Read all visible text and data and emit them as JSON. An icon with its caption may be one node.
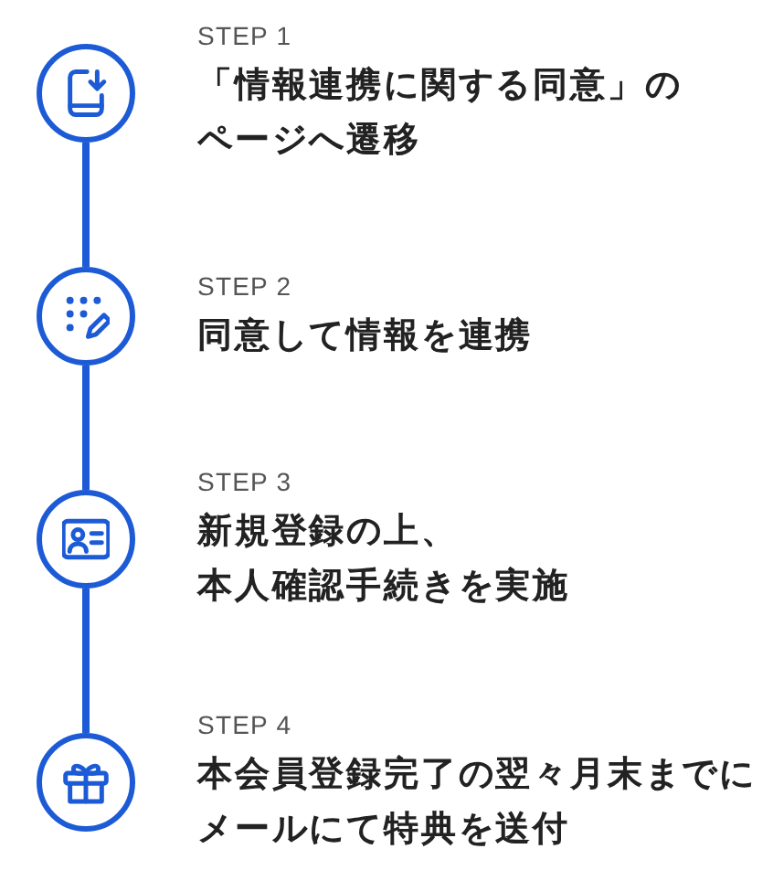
{
  "diagram": {
    "nodes": [
      {
        "text": [],
        "shape": "circle",
        "beside": [
          "STEP 1",
          "「情報連携に関する同意」のページへ遷移"
        ]
      },
      {
        "text": [],
        "shape": "circle",
        "beside": [
          "STEP 2",
          "同意して情報を連携"
        ]
      },
      {
        "text": [],
        "shape": "circle",
        "beside": [
          "STEP 3",
          "新規登録の上、本人確認手続きを実施"
        ]
      },
      {
        "text": [],
        "shape": "circle",
        "beside": [
          "STEP 4",
          "本会員登録完了の翌々月末までにメールにて特典を送付"
        ]
      }
    ],
    "edges": [
      {
        "from": 0,
        "to": 1,
        "arrow": "none"
      },
      {
        "from": 1,
        "to": 2,
        "arrow": "none"
      },
      {
        "from": 2,
        "to": 3,
        "arrow": "none"
      }
    ]
  }
}
